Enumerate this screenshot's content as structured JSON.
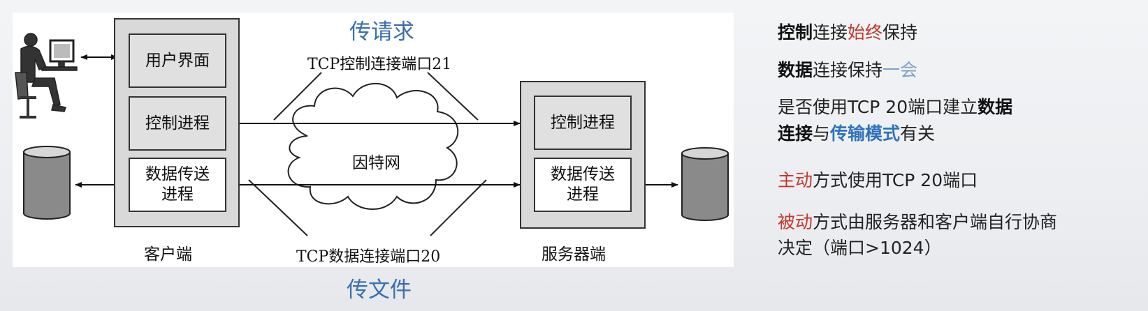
{
  "diagram": {
    "client_label": "客户端",
    "server_label": "服务器端",
    "client_boxes": {
      "ui": "用户界面",
      "control": "控制进程",
      "data_line1": "数据传送",
      "data_line2": "进程"
    },
    "server_boxes": {
      "control": "控制进程",
      "data_line1": "数据传送",
      "data_line2": "进程"
    },
    "internet": "因特网",
    "control_port": "TCP控制连接端口21",
    "data_port": "TCP数据连接端口20",
    "request_label": "传请求",
    "file_label": "传文件"
  },
  "notes": {
    "n1": {
      "a": "控制",
      "b": "连接",
      "c": "始终",
      "d": "保持"
    },
    "n2": {
      "a": "数据",
      "b": "连接保持",
      "c": "一会"
    },
    "n3": {
      "a": "是否使用TCP 20端口建立",
      "b": "数据",
      "c": "连接",
      "d": "与",
      "e": "传输模式",
      "f": "有关"
    },
    "n4": {
      "a": "主动",
      "b": "方式使用TCP 20端口"
    },
    "n5": {
      "a": "被动",
      "b": "方式由服务器和客户端自行协商",
      "c": "决定（端口>1024）"
    }
  },
  "colors": {
    "red": "#c0392b",
    "light_blue": "#7ea2c9",
    "dark_blue": "#2f73bd",
    "label_blue": "#3a6fb0"
  }
}
